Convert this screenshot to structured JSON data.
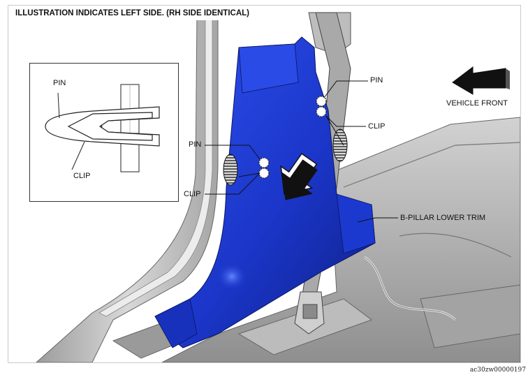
{
  "header": {
    "note": "ILLUSTRATION INDICATES LEFT SIDE. (RH SIDE IDENTICAL)"
  },
  "direction": {
    "label": "VEHICLE FRONT"
  },
  "callouts": {
    "pin_upper": "PIN",
    "clip_upper": "CLIP",
    "pin_middle": "PIN",
    "clip_middle": "CLIP",
    "trim": "B-PILLAR LOWER TRIM"
  },
  "inset": {
    "pin_label": "PIN",
    "clip_label": "CLIP"
  },
  "figure_id": "ac30zw00000197",
  "colors": {
    "trim": "#1f3fd8",
    "trim_dark": "#0e1f8a",
    "body": "#b5b5b5",
    "arrow": "#111111"
  }
}
